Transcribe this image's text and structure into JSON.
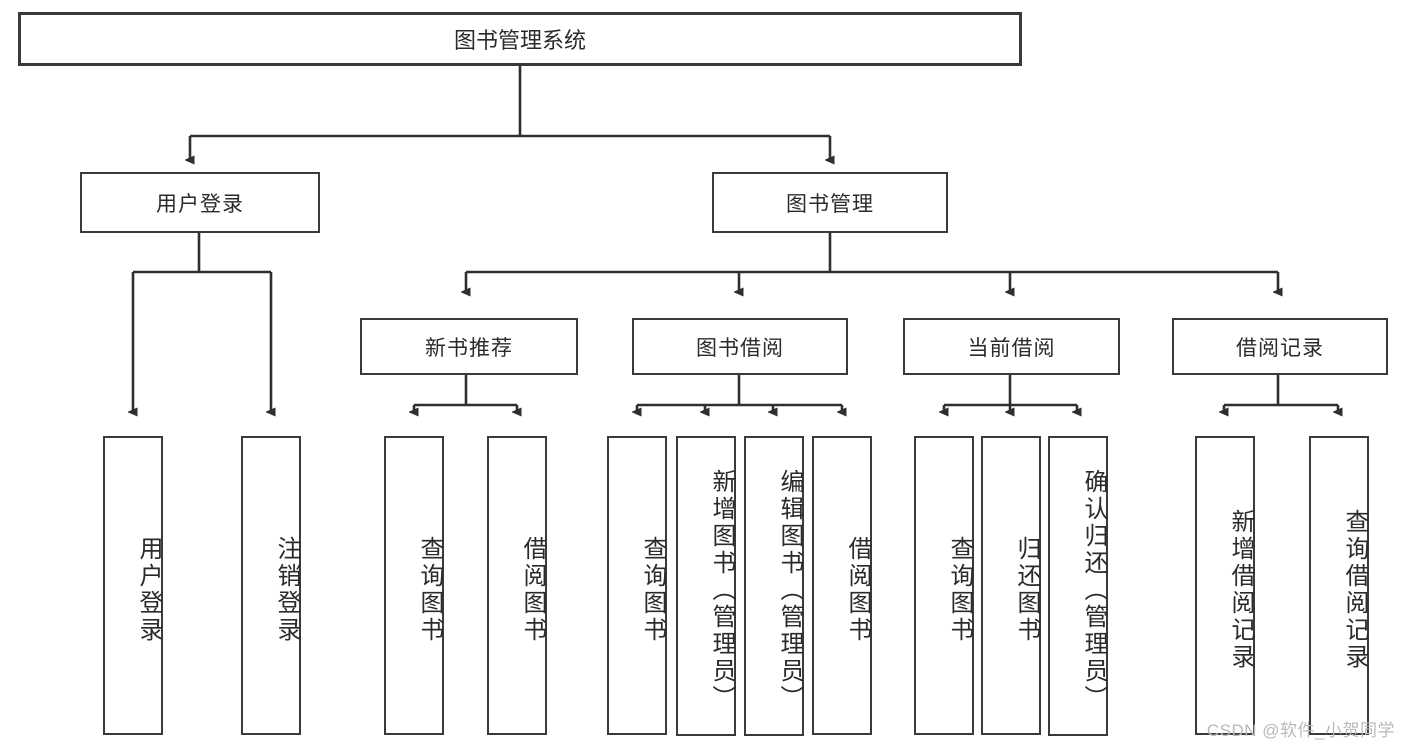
{
  "diagram": {
    "title": "图书管理系统",
    "type": "tree-hierarchy-diagram",
    "watermark": "CSDN @软件_小贺同学",
    "colors": {
      "stroke": "#3a3a3a",
      "fill": "#ffffff",
      "text": "#2b2b2b",
      "watermark": "#b9b9b9"
    },
    "root": {
      "label": "图书管理系统"
    },
    "level2": [
      {
        "label": "用户登录"
      },
      {
        "label": "图书管理"
      }
    ],
    "level3": [
      {
        "label": "新书推荐"
      },
      {
        "label": "图书借阅"
      },
      {
        "label": "当前借阅"
      },
      {
        "label": "借阅记录"
      }
    ],
    "leaves": {
      "user_login": [
        {
          "label": "用户登录"
        },
        {
          "label": "注销登录"
        }
      ],
      "new_book_recommend": [
        {
          "label": "查询图书"
        },
        {
          "label": "借阅图书"
        }
      ],
      "book_borrow": [
        {
          "label": "查询图书"
        },
        {
          "label": "新增图书（管理员）"
        },
        {
          "label": "编辑图书（管理员）"
        },
        {
          "label": "借阅图书"
        }
      ],
      "current_borrow": [
        {
          "label": "查询图书"
        },
        {
          "label": "归还图书"
        },
        {
          "label": "确认归还（管理员）"
        }
      ],
      "borrow_records": [
        {
          "label": "新增借阅记录"
        },
        {
          "label": "查询借阅记录"
        }
      ]
    }
  }
}
